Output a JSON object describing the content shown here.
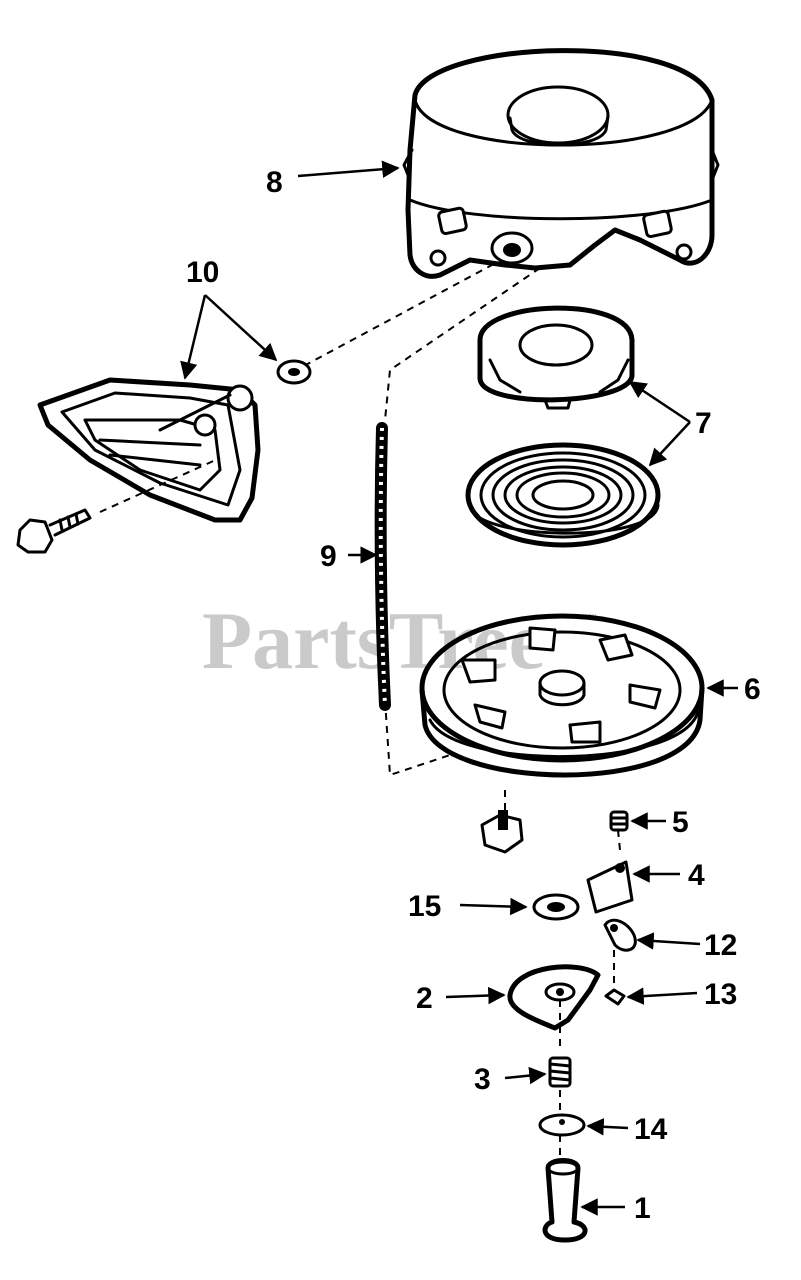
{
  "watermark": {
    "text": "PartsTree",
    "tm": "™"
  },
  "callouts": {
    "c1": "1",
    "c2": "2",
    "c3": "3",
    "c4": "4",
    "c5": "5",
    "c6": "6",
    "c7": "7",
    "c8": "8",
    "c9": "9",
    "c10": "10",
    "c12": "12",
    "c13": "13",
    "c14": "14",
    "c15": "15"
  }
}
